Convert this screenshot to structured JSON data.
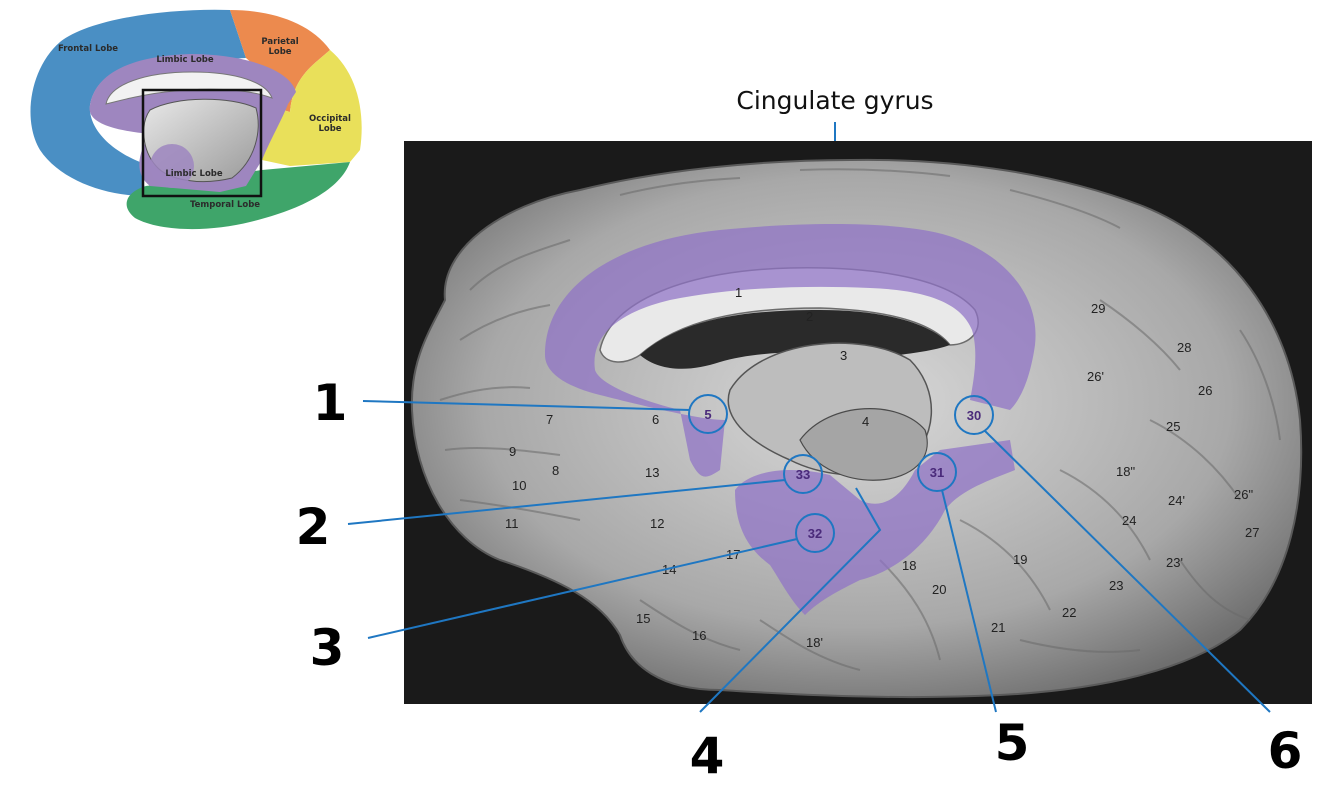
{
  "title": "Cingulate gyrus",
  "inset": {
    "labels": {
      "frontal": "Frontal Lobe",
      "parietal": "Parietal Lobe",
      "occipital": "Occipital Lobe",
      "limbic_top": "Limbic Lobe",
      "limbic_bottom": "Limbic Lobe",
      "temporal": "Temporal Lobe"
    },
    "colors": {
      "frontal": "#4a8fc4",
      "parietal": "#ec8a4e",
      "occipital": "#e9e05a",
      "temporal": "#3fa56a",
      "limbic": "#9e86bf"
    }
  },
  "photo_numbers": [
    "1",
    "2",
    "3",
    "4",
    "5",
    "6",
    "7",
    "8",
    "9",
    "10",
    "11",
    "12",
    "13",
    "14",
    "15",
    "16",
    "17",
    "18",
    "18'",
    "18\"",
    "19",
    "20",
    "21",
    "22",
    "23",
    "23'",
    "24",
    "24'",
    "25",
    "26",
    "26'",
    "26\"",
    "27",
    "28",
    "29"
  ],
  "circled_numbers": [
    "5",
    "33",
    "32",
    "30",
    "31"
  ],
  "answer_numbers": [
    "1",
    "2",
    "3",
    "4",
    "5",
    "6"
  ],
  "colors": {
    "highlight": "#8f71c6",
    "annotation_line": "#1f77c2",
    "photo_bg": "#1a1a1a"
  }
}
